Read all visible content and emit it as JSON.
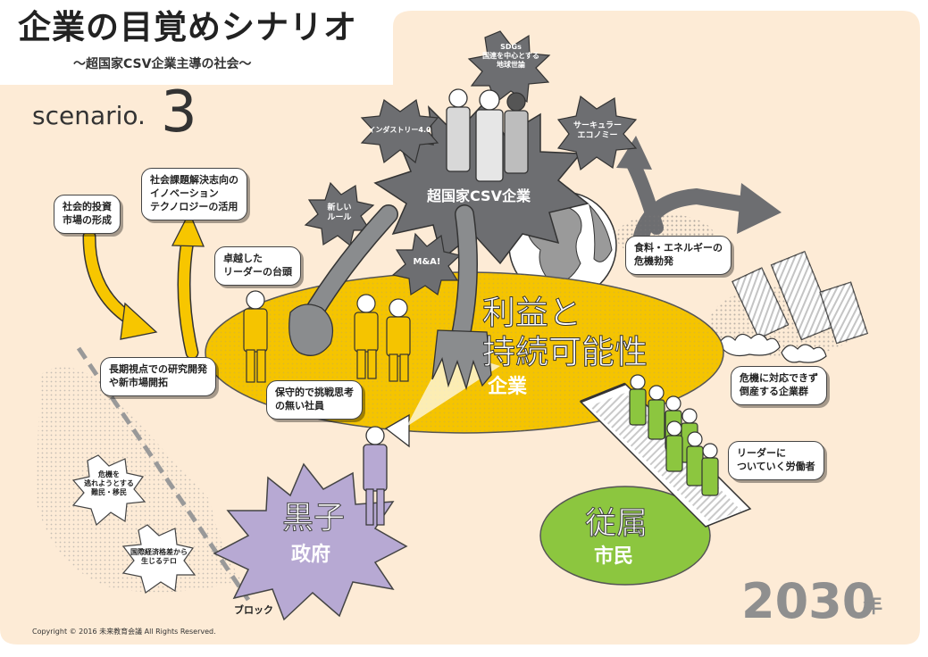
{
  "title": "企業の目覚めシナリオ",
  "subtitle": "〜超国家CSV企業主導の社会〜",
  "scenario": {
    "word": "scenario.",
    "number": "3"
  },
  "year": {
    "number": "2030",
    "unit": "年"
  },
  "copyright": "Copyright © 2016 未来教育会議 All Rights Reserved.",
  "block_label": "ブロック",
  "colors": {
    "background": "#fdebd6",
    "ellipse": "#f5c400",
    "arrow_yellow": "#f7c600",
    "star_dark": "#6d6e71",
    "star_purple": "#b7a9d3",
    "citizen_green": "#8cc63f",
    "arrow_grey": "#8a8c8e"
  },
  "stars": {
    "csv": "超国家CSV企業",
    "sdgs": [
      "SDGs",
      "国連を中心とする",
      "地球世論"
    ],
    "industry": "インダストリー4.0",
    "circular": [
      "サーキュラー",
      "エコノミー"
    ],
    "new_rules": [
      "新しい",
      "ルール"
    ],
    "ma": "M&A!"
  },
  "ellipse_main": {
    "line1": "利益と",
    "line2": "持続可能性",
    "sub": "企業"
  },
  "government": {
    "main": "黒子",
    "sub": "政府"
  },
  "citizens": {
    "main": "従属",
    "sub": "市民"
  },
  "callouts": {
    "social_investment": [
      "社会的投資",
      "市場の形成"
    ],
    "innovation": [
      "社会課題解決志向の",
      "イノベーション",
      "テクノロジーの活用"
    ],
    "leaders": [
      "卓越した",
      "リーダーの台頭"
    ],
    "long_term": [
      "長期視点での研究開発",
      "や新市場開拓"
    ],
    "conservative": [
      "保守的で挑戦思考",
      "の無い社員"
    ],
    "food_energy": [
      "食料・エネルギーの",
      "危機勃発"
    ],
    "bankrupt": [
      "危機に対応できず",
      "倒産する企業群"
    ],
    "workers": [
      "リーダーに",
      "ついていく労働者"
    ],
    "refugees": [
      "危機を",
      "逃れようとする",
      "難民・移民"
    ],
    "terror": [
      "国際経済格差から",
      "生じるテロ"
    ]
  }
}
